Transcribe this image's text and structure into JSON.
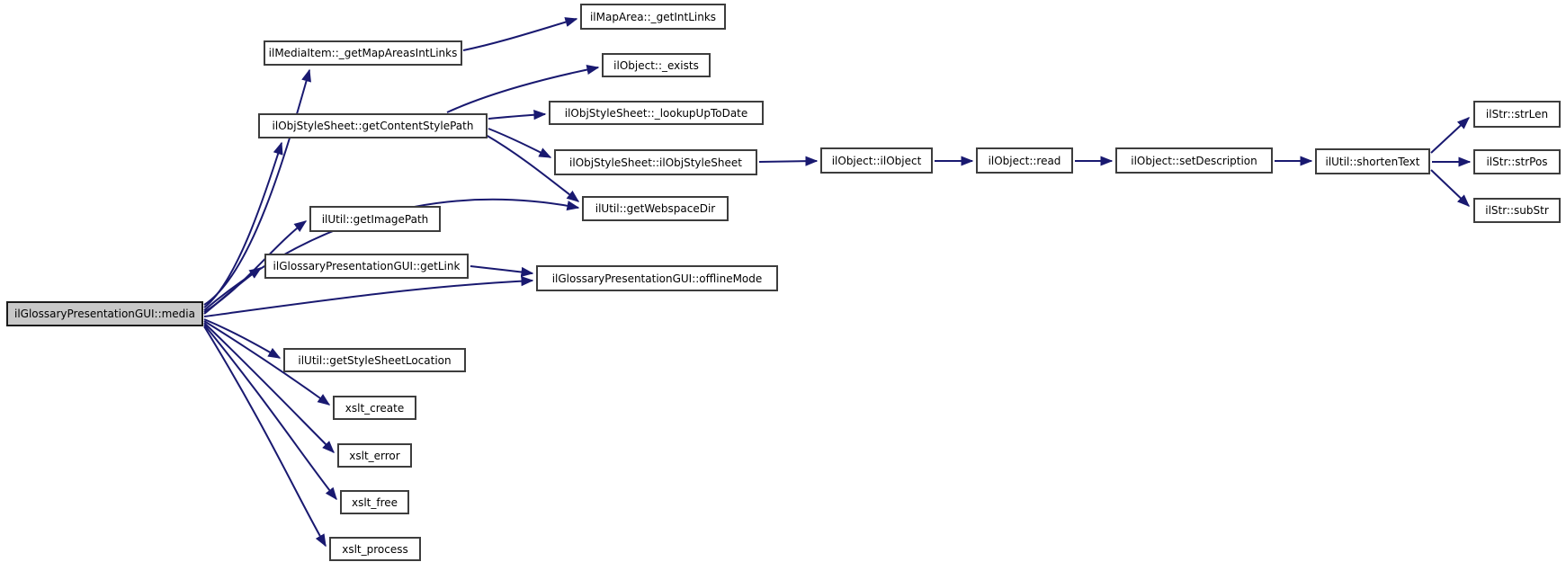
{
  "diagram": {
    "type": "call-graph",
    "background_color": "#ffffff",
    "edge_color": "#191970",
    "node_border_color": "#3d3d3d",
    "main_node_fill": "#c8c8c8",
    "node_fill": "#ffffff",
    "nodes": [
      {
        "id": "media",
        "label": "ilGlossaryPresentationGUI::media",
        "main": true
      },
      {
        "id": "get-map-areas-int-links",
        "label": "ilMediaItem::_getMapAreasIntLinks"
      },
      {
        "id": "get-int-links",
        "label": "ilMapArea::_getIntLinks"
      },
      {
        "id": "get-content-style-path",
        "label": "ilObjStyleSheet::getContentStylePath"
      },
      {
        "id": "exists",
        "label": "ilObject::_exists"
      },
      {
        "id": "lookup-up-to-date",
        "label": "ilObjStyleSheet::_lookupUpToDate"
      },
      {
        "id": "ilobjstylesheet-ctor",
        "label": "ilObjStyleSheet::ilObjStyleSheet"
      },
      {
        "id": "get-webspace-dir",
        "label": "ilUtil::getWebspaceDir"
      },
      {
        "id": "ilobject-ctor",
        "label": "ilObject::ilObject"
      },
      {
        "id": "read",
        "label": "ilObject::read"
      },
      {
        "id": "set-description",
        "label": "ilObject::setDescription"
      },
      {
        "id": "shorten-text",
        "label": "ilUtil::shortenText"
      },
      {
        "id": "str-len",
        "label": "ilStr::strLen"
      },
      {
        "id": "str-pos",
        "label": "ilStr::strPos"
      },
      {
        "id": "sub-str",
        "label": "ilStr::subStr"
      },
      {
        "id": "get-image-path",
        "label": "ilUtil::getImagePath"
      },
      {
        "id": "get-link",
        "label": "ilGlossaryPresentationGUI::getLink"
      },
      {
        "id": "offline-mode",
        "label": "ilGlossaryPresentationGUI::offlineMode"
      },
      {
        "id": "get-style-sheet-location",
        "label": "ilUtil::getStyleSheetLocation"
      },
      {
        "id": "xslt-create",
        "label": "xslt_create"
      },
      {
        "id": "xslt-error",
        "label": "xslt_error"
      },
      {
        "id": "xslt-free",
        "label": "xslt_free"
      },
      {
        "id": "xslt-process",
        "label": "xslt_process"
      }
    ],
    "edges": [
      {
        "from": "media",
        "to": "get-map-areas-int-links"
      },
      {
        "from": "media",
        "to": "get-content-style-path"
      },
      {
        "from": "media",
        "to": "get-webspace-dir"
      },
      {
        "from": "media",
        "to": "get-image-path"
      },
      {
        "from": "media",
        "to": "get-link"
      },
      {
        "from": "media",
        "to": "offline-mode"
      },
      {
        "from": "media",
        "to": "get-style-sheet-location"
      },
      {
        "from": "media",
        "to": "xslt-create"
      },
      {
        "from": "media",
        "to": "xslt-error"
      },
      {
        "from": "media",
        "to": "xslt-free"
      },
      {
        "from": "media",
        "to": "xslt-process"
      },
      {
        "from": "get-map-areas-int-links",
        "to": "get-int-links"
      },
      {
        "from": "get-content-style-path",
        "to": "exists"
      },
      {
        "from": "get-content-style-path",
        "to": "lookup-up-to-date"
      },
      {
        "from": "get-content-style-path",
        "to": "ilobjstylesheet-ctor"
      },
      {
        "from": "get-content-style-path",
        "to": "get-webspace-dir"
      },
      {
        "from": "ilobjstylesheet-ctor",
        "to": "ilobject-ctor"
      },
      {
        "from": "ilobject-ctor",
        "to": "read"
      },
      {
        "from": "read",
        "to": "set-description"
      },
      {
        "from": "set-description",
        "to": "shorten-text"
      },
      {
        "from": "shorten-text",
        "to": "str-len"
      },
      {
        "from": "shorten-text",
        "to": "str-pos"
      },
      {
        "from": "shorten-text",
        "to": "sub-str"
      },
      {
        "from": "get-link",
        "to": "offline-mode"
      }
    ]
  }
}
